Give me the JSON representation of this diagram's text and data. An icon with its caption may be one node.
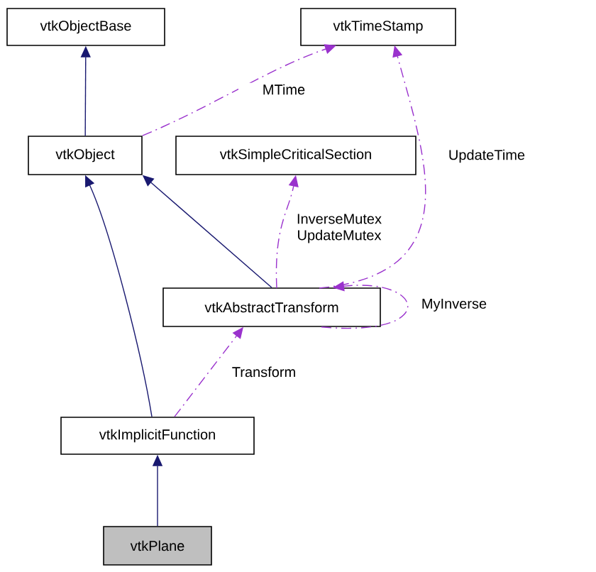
{
  "diagram": {
    "nodes": [
      {
        "text": [
          "vtkObjectBase"
        ]
      },
      {
        "text": [
          "vtkTimeStamp"
        ]
      },
      {
        "text": [
          "vtkObject"
        ]
      },
      {
        "text": [
          "vtkSimpleCriticalSection"
        ]
      },
      {
        "text": [
          "vtkAbstractTransform"
        ]
      },
      {
        "text": [
          "vtkImplicitFunction"
        ]
      },
      {
        "text": [
          "vtkPlane"
        ]
      }
    ],
    "edges": [
      {
        "from": 2,
        "to": 0,
        "arrow": "to",
        "color": "#191970"
      },
      {
        "from": 4,
        "to": 2,
        "arrow": "to",
        "color": "#191970"
      },
      {
        "from": 5,
        "to": 2,
        "arrow": "to",
        "color": "#191970"
      },
      {
        "from": 6,
        "to": 5,
        "arrow": "to",
        "color": "#191970"
      },
      {
        "from": 2,
        "to": 1,
        "arrow": "to",
        "label": "MTime",
        "style": "dashed"
      },
      {
        "from": 4,
        "to": 1,
        "arrow": "to",
        "label": "UpdateTime",
        "style": "dashed"
      },
      {
        "from": 4,
        "to": 3,
        "arrow": "to",
        "label": "InverseMutex UpdateMutex",
        "style": "dashed"
      },
      {
        "from": 4,
        "to": 4,
        "arrow": "to",
        "label": "MyInverse",
        "style": "dashed"
      },
      {
        "from": 5,
        "to": 4,
        "arrow": "to",
        "label": "Transform",
        "style": "dashed"
      }
    ]
  }
}
